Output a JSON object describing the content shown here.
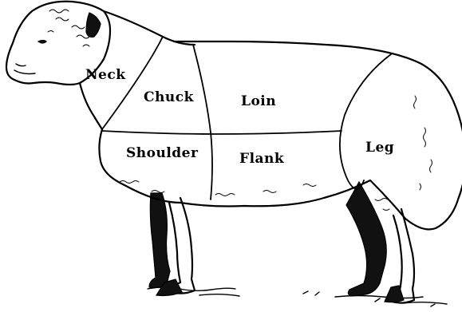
{
  "diagram": {
    "cuts": [
      {
        "id": "neck",
        "label": "Neck"
      },
      {
        "id": "chuck",
        "label": "Chuck"
      },
      {
        "id": "loin",
        "label": "Loin"
      },
      {
        "id": "shoulder",
        "label": "Shoulder"
      },
      {
        "id": "flank",
        "label": "Flank"
      },
      {
        "id": "leg",
        "label": "Leg"
      }
    ],
    "colors": {
      "ink": "#000000",
      "background": "#ffffff"
    }
  }
}
